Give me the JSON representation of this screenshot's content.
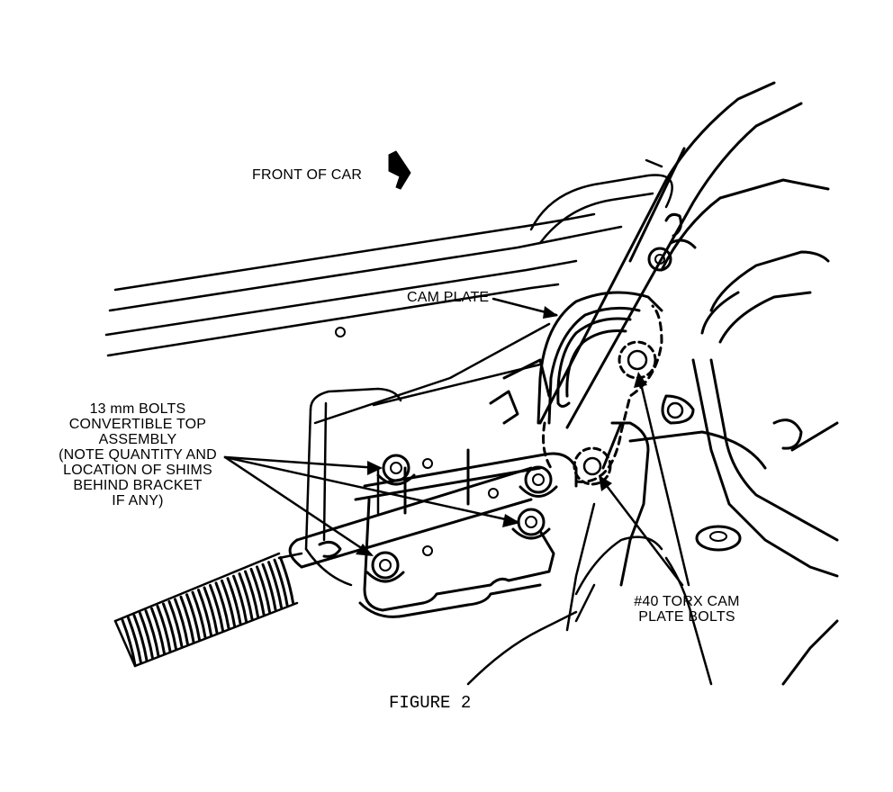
{
  "labels": {
    "front_of_car": "FRONT OF CAR",
    "cam_plate": "CAM PLATE",
    "bolts_13mm": [
      "13 mm BOLTS",
      "CONVERTIBLE TOP",
      "ASSEMBLY",
      "(NOTE QUANTITY AND",
      "LOCATION OF SHIMS",
      "BEHIND BRACKET",
      "IF ANY)"
    ],
    "torx_bolts": [
      "#40 TORX CAM",
      "PLATE BOLTS"
    ]
  },
  "caption": "FIGURE 2",
  "colors": {
    "ink": "#000000",
    "paper": "#ffffff"
  }
}
